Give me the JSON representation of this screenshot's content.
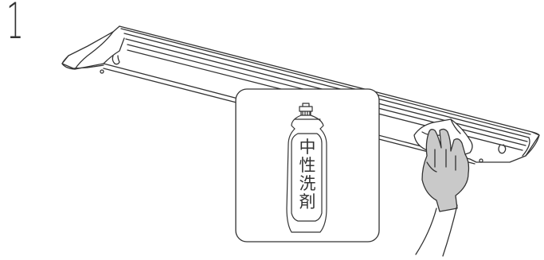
{
  "step": {
    "number": "1"
  },
  "bottle": {
    "label_chars": [
      "中",
      "性",
      "洗",
      "剤"
    ]
  },
  "icons": {
    "fixture": "ceiling-light-fixture-icon",
    "bottle": "detergent-bottle-icon",
    "hand": "hand-with-cloth-icon"
  },
  "colors": {
    "line": "#333333",
    "glove_fill": "#c9c9c9",
    "background": "#ffffff"
  }
}
